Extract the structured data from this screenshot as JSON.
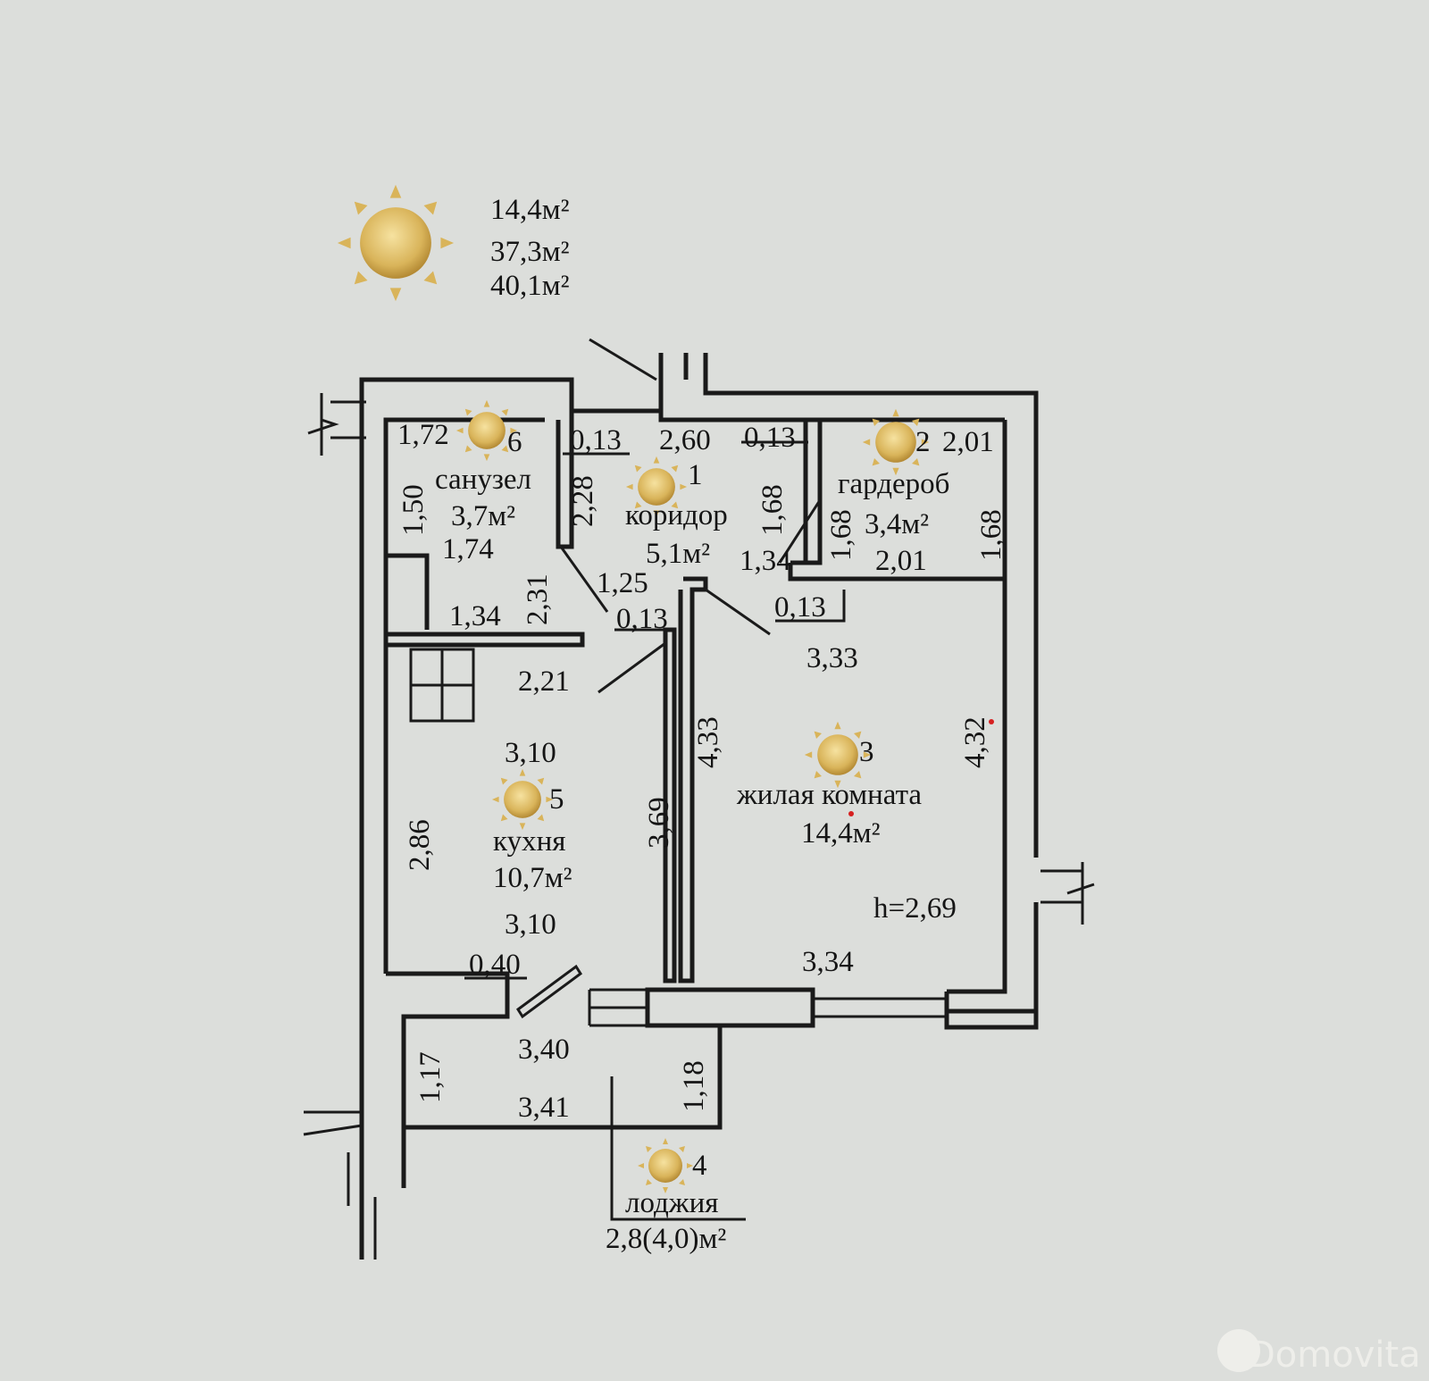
{
  "summary": {
    "living_area": "14,4м²",
    "total_area": "37,3м²",
    "total_with_loggia": "40,1м²"
  },
  "rooms": {
    "bathroom": {
      "number": "6",
      "name": "санузел",
      "area": "3,7м²"
    },
    "corridor": {
      "number": "1",
      "name": "коридор",
      "area": "5,1м²"
    },
    "wardrobe": {
      "number": "2",
      "name": "гардероб",
      "area": "3,4м²"
    },
    "living_room": {
      "number": "3",
      "name": "жилая комната",
      "area": "14,4м²",
      "height": "h=2,69"
    },
    "kitchen": {
      "number": "5",
      "name": "кухня",
      "area": "10,7м²"
    },
    "loggia": {
      "number": "4",
      "name": "лоджия",
      "area": "2,8(4,0)м²"
    }
  },
  "dimensions": {
    "bath_top": "1,72",
    "bath_left": "1,50",
    "bath_bottom": "1,74",
    "bath_wall": "0,13",
    "corr_top": "2,60",
    "corr_wall_right": "0,13",
    "corr_left": "2,28",
    "corr_diag": "1,25",
    "corr_bottom_wall": "0,13",
    "corr_right": "1,68",
    "corr_bottom_right": "1,34",
    "ward_top": "2,01",
    "ward_left": "1,68",
    "ward_right": "1,68",
    "ward_bottom": "2,01",
    "ward_wall": "0,13",
    "hall_left": "1,34",
    "hall_height": "2,31",
    "kitchen_top_side": "2,21",
    "kitchen_top": "3,10",
    "kitchen_left": "2,86",
    "kitchen_right": "3,69",
    "kitchen_bottom": "3,10",
    "kitchen_door": "0,40",
    "living_top": "3,33",
    "living_left": "4,33",
    "living_right": "4,32",
    "living_bottom": "3,34",
    "loggia_top": "3,40",
    "loggia_bottom": "3,41",
    "loggia_left": "1,17",
    "loggia_right": "1,18"
  },
  "watermark": {
    "brand": "Domovita"
  },
  "colors": {
    "background": "#dcdedb",
    "sun": "#d9b45a",
    "ink": "#1a1a1a"
  }
}
